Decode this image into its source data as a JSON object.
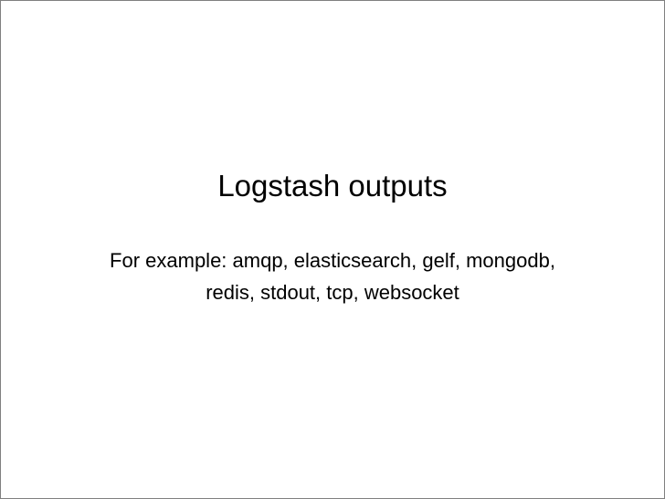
{
  "slide": {
    "title": "Logstash outputs",
    "body_lines": [
      "For example: amqp, elasticsearch, gelf, mongodb,",
      "redis, stdout, tcp, websocket"
    ]
  },
  "colors": {
    "background": "#ffffff",
    "text": "#000000",
    "border": "#808080"
  }
}
